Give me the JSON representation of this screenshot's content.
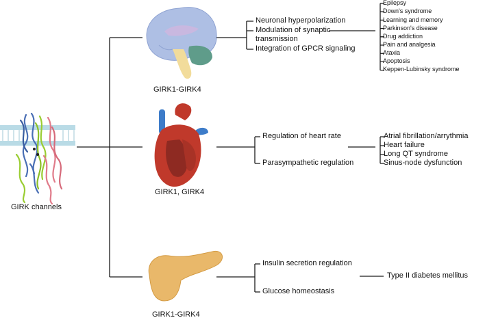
{
  "channel": {
    "label": "GIRK channels"
  },
  "tissues": [
    {
      "id": "brain",
      "label": "GIRK1-GIRK4",
      "functions": [
        "Neuronal hyperpolarization",
        "Modulation of synaptic",
        "transmission",
        "Integration of GPCR signaling"
      ],
      "diseases": [
        "Epilepsy",
        "Down's syndrome",
        "Learning and memory",
        "Parkinson's disease",
        "Drug addiction",
        "Pain and analgesia",
        "Ataxia",
        "Apoptosis",
        "Keppen-Lubinsky syndrome"
      ]
    },
    {
      "id": "heart",
      "label": "GIRK1, GIRK4",
      "functions": [
        "Regulation of heart rate",
        "Parasympathetic regulation"
      ],
      "diseases": [
        "Atrial fibrillation/arrythmia",
        "Heart failure",
        "Long QT syndrome",
        "Sinus-node dysfunction"
      ]
    },
    {
      "id": "pancreas",
      "label": "GIRK1-GIRK4",
      "functions": [
        "Insulin secretion regulation",
        "Glucose homeostasis"
      ],
      "diseases": [
        "Type II diabetes mellitus"
      ]
    }
  ],
  "colors": {
    "line": "#1a1a1a",
    "membrane": "#b9dbe6",
    "brain_cortex": "#aebfe4",
    "heart_red": "#c0392b",
    "heart_blue": "#3d7cc9",
    "pancreas": "#e9b86a",
    "protein_blue": "#4a6fb5",
    "protein_green": "#9acd32",
    "protein_pink": "#e07b8a"
  }
}
